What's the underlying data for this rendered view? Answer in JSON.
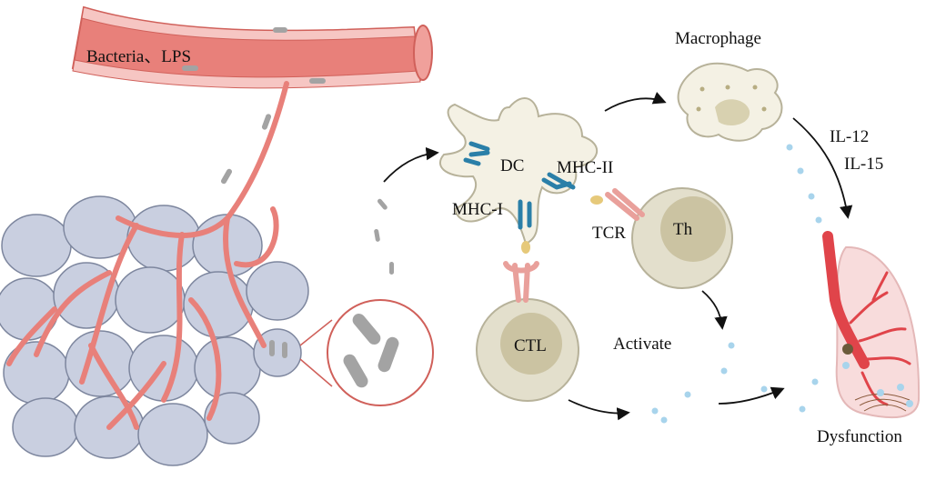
{
  "labels": {
    "bacteria_lps": "Bacteria、LPS",
    "macrophage": "Macrophage",
    "dc": "DC",
    "mhc_ii": "MHC-II",
    "mhc_i": "MHC-I",
    "tcr": "TCR",
    "th": "Th",
    "cytokine_1": "IL-12",
    "cytokine_2": "IL-15",
    "ctl": "CTL",
    "activate": "Activate",
    "dysfunction": "Dysfunction"
  },
  "colors": {
    "vessel": "#e8807a",
    "vessel_wall": "#f6c6c3",
    "tissue": "#c9cfe0",
    "dc_cell": "#f4f1e4",
    "t_cell_outer": "#e3dfcc",
    "t_cell_inner": "#cbc3a2",
    "mhc": "#2a7fa8",
    "tcr": "#e9a09b",
    "cytokine": "#a8d4ec",
    "lung": "#f8dcdc",
    "bacteria": "#a3a3a3"
  }
}
